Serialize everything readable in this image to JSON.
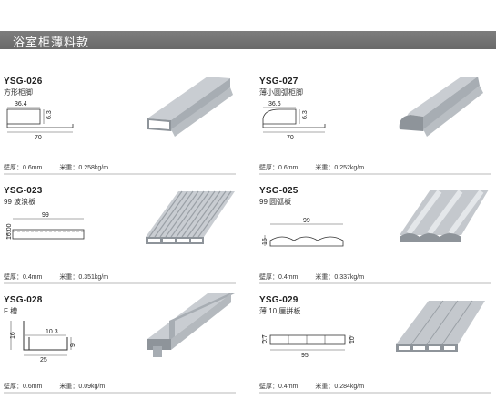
{
  "header": {
    "title": "浴室柜薄料款"
  },
  "products": [
    {
      "code": "YSG-026",
      "name": "方形柜脚",
      "thickness": "壁厚：0.6mm",
      "weight": "米重：0.258kg/m",
      "dims": {
        "width": "36.4",
        "height": "6.3",
        "length": "70"
      }
    },
    {
      "code": "YSG-027",
      "name": "薄小圆弧柜脚",
      "thickness": "壁厚：0.6mm",
      "weight": "米重：0.252kg/m",
      "dims": {
        "width": "36.6",
        "height": "6.3",
        "length": "70"
      }
    },
    {
      "code": "YSG-023",
      "name": "99 波浪板",
      "thickness": "壁厚：0.4mm",
      "weight": "米重：0.351kg/m",
      "dims": {
        "width": "99",
        "height": "16.00"
      }
    },
    {
      "code": "YSG-025",
      "name": "99 圆弧板",
      "thickness": "壁厚：0.4mm",
      "weight": "米重：0.337kg/m",
      "dims": {
        "width": "99",
        "height": "16"
      }
    },
    {
      "code": "YSG-028",
      "name": "F 槽",
      "thickness": "壁厚：0.6mm",
      "weight": "米重：0.09kg/m",
      "dims": {
        "inner": "10.3",
        "height": "16",
        "lip": "9",
        "width": "25"
      }
    },
    {
      "code": "YSG-029",
      "name": "薄 10 厘拼板",
      "thickness": "壁厚：0.4mm",
      "weight": "米重：0.284kg/m",
      "dims": {
        "width": "95",
        "left": "0.7",
        "right": "10"
      }
    }
  ]
}
